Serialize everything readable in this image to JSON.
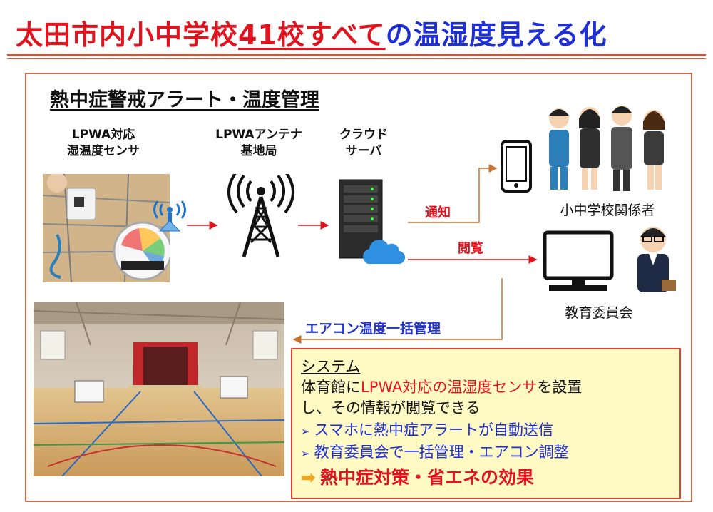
{
  "title": {
    "part1": "太田市内小中学校",
    "part2": "41校すべて",
    "part3": "の温湿度見える化"
  },
  "section_heading": "熱中症警戒アラート・温度管理",
  "nodes": {
    "sensor_line1": "LPWA対応",
    "sensor_line2": "湿温度センサ",
    "antenna_line1": "LPWAアンテナ",
    "antenna_line2": "基地局",
    "cloud_line1": "クラウド",
    "cloud_line2": "サーバ",
    "school_staff": "小中学校関係者",
    "board": "教育委員会"
  },
  "arrows": {
    "notify": "通知",
    "view": "閲覧",
    "ac_manage": "エアコン温度一括管理"
  },
  "system": {
    "heading": "システム",
    "line1_a": "体育館に",
    "line1_b": "LPWA対応の温湿度センサ",
    "line1_c": "を設置",
    "line2": "し、その情報が閲覧できる",
    "bullet_symbol": "➢",
    "bullet1": "スマホに熱中症アラートが自動送信",
    "bullet2": "教育委員会で一括管理・エアコン調整",
    "final_arrow": "➡",
    "final": "熱中症対策・省エネの効果"
  },
  "colors": {
    "title_red": "#e0141e",
    "title_blue": "#1e2fd6",
    "frame": "#d66a45",
    "box_bg": "#fff9c4",
    "box_border": "#d8472f",
    "arrow_red": "#e0141e",
    "arrow_orange": "#c8742e",
    "bullet_blue": "#1e2fd6"
  },
  "icons": [
    "signal-waves-icon",
    "antenna-tower-icon",
    "server-icon",
    "cloud-icon",
    "smartphone-icon",
    "monitor-icon",
    "people-illustration",
    "official-illustration"
  ]
}
